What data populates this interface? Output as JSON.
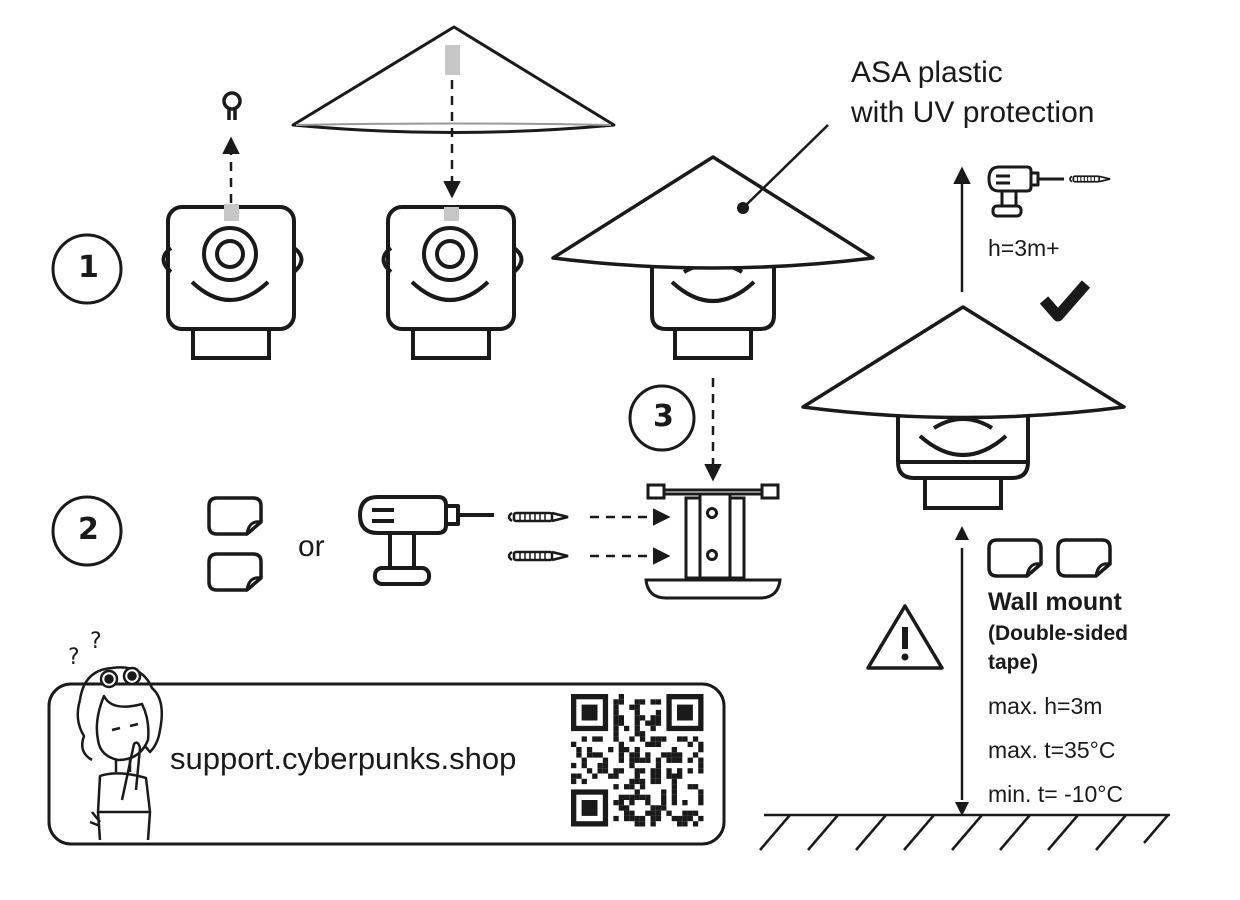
{
  "steps": {
    "s1": "1",
    "s2": "2",
    "s3": "3"
  },
  "material": {
    "line1": "ASA plastic",
    "line2": "with UV protection"
  },
  "height_ok": "h=3m+",
  "or_label": "or",
  "support_url": "support.cyberpunks.shop",
  "wall_mount": {
    "title": "Wall mount",
    "sub1": "(Double-sided",
    "sub2": "tape)",
    "spec1": "max. h=3m",
    "spec2": "max. t=35°C",
    "spec3": "min. t= -10°C"
  },
  "icons": [
    "hook-icon",
    "drill-icon",
    "screw-icon",
    "tape-square-icon",
    "warning-icon",
    "checkmark-icon",
    "qr-code-icon",
    "character-illustration",
    "birdhouse-camera",
    "roof-cone",
    "mounting-bracket"
  ]
}
